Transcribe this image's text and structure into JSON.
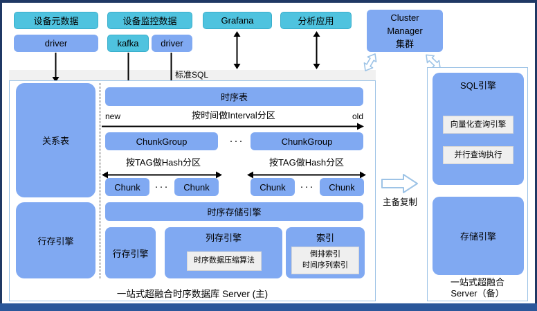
{
  "colors": {
    "cyan": "#4FC3DF",
    "blue": "#80A9F2",
    "panel_border": "#9DC3E6",
    "gray_band": "#F1F1F1",
    "gray_box": "#EFEFEF",
    "frame_navy": "#1F3864",
    "frame_bottom": "#2B579A",
    "arrow": "#000000"
  },
  "sources": {
    "device_metadata": "设备元数据",
    "driver_left": "driver",
    "device_monitoring": "设备监控数据",
    "kafka": "kafka",
    "driver_right": "driver",
    "grafana": "Grafana",
    "analytics_app": "分析应用"
  },
  "cluster_manager": {
    "line1": "Cluster",
    "line2": "Manager",
    "line3": "集群"
  },
  "sql_band": {
    "label": "标准SQL"
  },
  "primary_server": {
    "relation_table": "关系表",
    "row_store_engine_outer": "行存引擎",
    "time_series_table": "时序表",
    "new_label": "new",
    "old_label": "old",
    "interval_partition": "按时间做Interval分区",
    "chunk_group": "ChunkGroup",
    "ellipsis": "···",
    "hash_partition": "按TAG做Hash分区",
    "chunk": "Chunk",
    "ts_storage_engine": "时序存储引擎",
    "row_store_engine": "行存引擎",
    "column_store_engine": "列存引擎",
    "compression_algo": "时序数据压缩算法",
    "index_title": "索引",
    "index_line1": "倒排索引",
    "index_line2": "时间序列索引",
    "caption": "一站式超融合时序数据库 Server (主)"
  },
  "replication": {
    "label": "主备复制"
  },
  "standby_server": {
    "sql_engine": "SQL引擎",
    "vectorized_engine": "向量化查询引擎",
    "parallel_execution": "并行查询执行",
    "storage_engine": "存储引擎",
    "caption_line1": "一站式超融合",
    "caption_line2": "Server（备）"
  }
}
